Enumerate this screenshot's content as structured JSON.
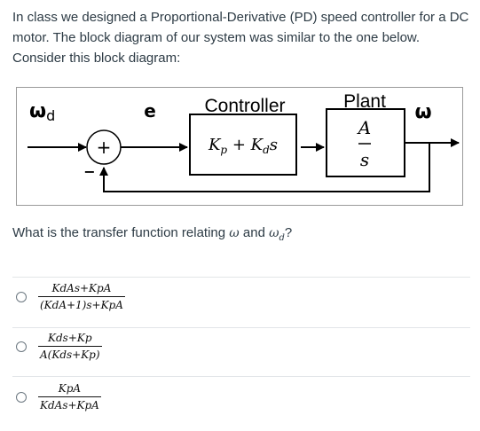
{
  "question": {
    "text": "In class we designed a Proportional-Derivative (PD) speed controller for a DC motor. The block diagram of our system was similar to the one below. Consider this block diagram:"
  },
  "diagram": {
    "input_label": "ω",
    "input_sub": "d",
    "error_label": "e",
    "summer_plus": "+",
    "summer_minus": "−",
    "controller_title": "Controller",
    "controller_expr": "Kp + Kd s",
    "plant_title": "Plant",
    "plant_num": "A",
    "plant_den": "s",
    "output_label": "ω"
  },
  "sub_question": {
    "prefix": "What is the transfer function relating ",
    "omega": "ω",
    "middle": " and ",
    "omega_d": "ω",
    "omega_d_sub": "d",
    "suffix": "?"
  },
  "answers": [
    {
      "num": "KdAs+KpA",
      "den": "(KdA+1)s+KpA"
    },
    {
      "num": "Kds+Kp",
      "den": "A(Kds+Kp)"
    },
    {
      "num": "KpA",
      "den": "KdAs+KpA"
    }
  ]
}
